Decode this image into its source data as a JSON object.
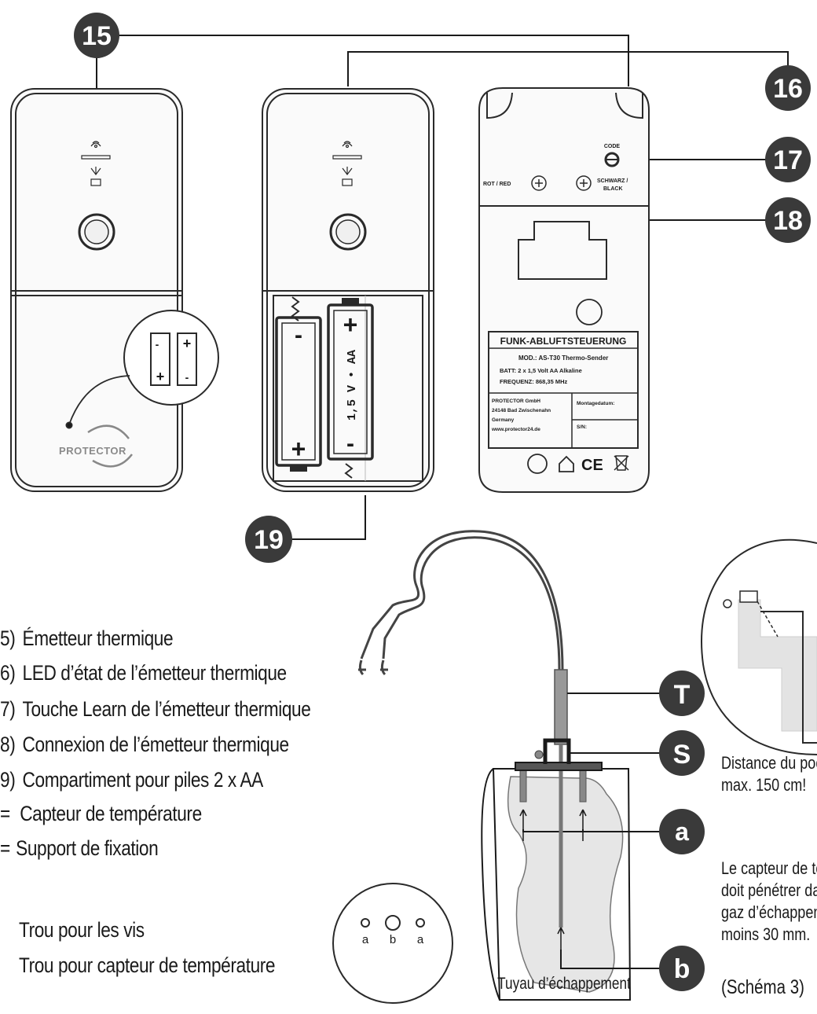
{
  "badges": {
    "b15": "15",
    "b16": "16",
    "b17": "17",
    "b18": "18",
    "b19": "19",
    "bT": "T",
    "bS": "S",
    "ba": "a",
    "bb": "b"
  },
  "device_front": {
    "brand": "PROTECTOR"
  },
  "battery_compartment": {
    "battery_label": "1,5 V • AA",
    "plus": "+",
    "minus": "-"
  },
  "device_back": {
    "code_label": "CODE",
    "rot_red": "ROT / RED",
    "schwarz_black_1": "SCHWARZ /",
    "schwarz_black_2": "BLACK",
    "plate_title": "FUNK-ABLUFTSTEUERUNG",
    "mod": "MOD.: AS-T30 Thermo-Sender",
    "batt": "BATT: 2 x 1,5 Volt AA Alkaline",
    "freq": "FREQUENZ: 868,35 MHz",
    "maker_1": "PROTECTOR GmbH",
    "maker_2": "24148 Bad Zwischenahn",
    "maker_3": "Germany",
    "maker_4": "www.protector24.de",
    "montage": "Montagedatum:",
    "sn": "S/N:",
    "ce": "CE"
  },
  "legend": {
    "l15_num": "5)",
    "l15_text": "Émetteur thermique",
    "l16_num": "6)",
    "l16_text": "LED d’état de l’émetteur thermique",
    "l17_num": "7)",
    "l17_text": "Touche Learn de l’émetteur thermique",
    "l18_num": "8)",
    "l18_text": "Connexion de l’émetteur thermique",
    "l19_num": "9)",
    "l19_text": "Compartiment pour piles 2 x AA",
    "lT_num": "=",
    "lT_text": "Capteur de température",
    "lS_num": "=",
    "lS_text": "Support de fixation",
    "la_text": "Trou pour les vis",
    "lb_text": "Trou pour capteur de température"
  },
  "holes": {
    "a1": "a",
    "b": "b",
    "a2": "a"
  },
  "pipe": {
    "label": "Tuyau d’échappement"
  },
  "notes": {
    "distance_1": "Distance du poêl",
    "distance_2": "max. 150 cm!",
    "sensor_1": "Le capteur de te",
    "sensor_2": "doit pénétrer dar",
    "sensor_3": "gaz d’échappem",
    "sensor_4": "moins 30 mm.",
    "schema": "(Schéma 3)"
  }
}
